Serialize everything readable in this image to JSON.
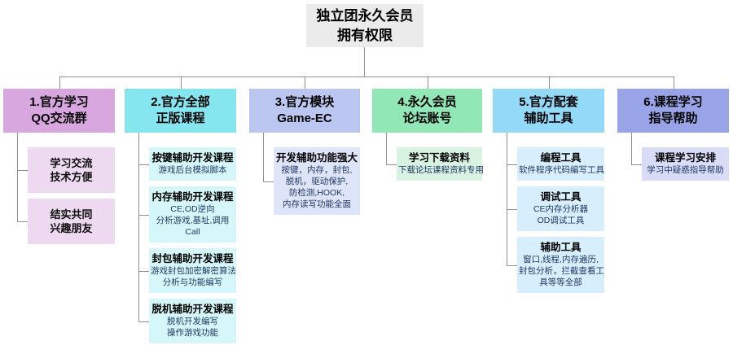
{
  "title": {
    "line1": "独立团永久会员",
    "line2": "拥有权限"
  },
  "colors": {
    "title_bg": "#EBEBEB",
    "connector": "#8f8f8f",
    "body_text": "#1F3864"
  },
  "branches": [
    {
      "header": {
        "line1": "1.官方学习",
        "line2": "QQ交流群"
      },
      "header_bg": "#D9A7DF",
      "child_bg": "#EDDAF0",
      "children": [
        {
          "bold": true,
          "lines": [
            "学习交流",
            "技术方便"
          ]
        },
        {
          "bold": true,
          "lines": [
            "结实共同",
            "兴趣朋友"
          ]
        }
      ]
    },
    {
      "header": {
        "line1": "2.官方全部",
        "line2": "正版课程"
      },
      "header_bg": "#85E6F0",
      "child_bg": "#D6F7F9",
      "children": [
        {
          "heading": "按键辅助开发课程",
          "lines": [
            "游戏后台模拟脚本"
          ]
        },
        {
          "heading": "内存辅助开发课程",
          "lines": [
            "CE,OD逆向",
            "分析游戏,基址,调用",
            "Call"
          ]
        },
        {
          "heading": "封包辅助开发课程",
          "lines": [
            "游戏封包加密解密算法",
            "分析与功能编写"
          ]
        },
        {
          "heading": "脱机辅助开发课程",
          "lines": [
            "脱机开发编写",
            "操作游戏功能"
          ]
        }
      ]
    },
    {
      "header": {
        "line1": "3.官方模块",
        "line2": "Game-EC"
      },
      "header_bg": "#BBC7F0",
      "child_bg": "#DFE5F9",
      "children": [
        {
          "heading": "开发辅助功能强大",
          "lines": [
            "按键，内存，封包,",
            "脱机，驱动保护,",
            "防检测,HOOK,",
            "内存读写功能全面"
          ]
        }
      ]
    },
    {
      "header": {
        "line1": "4.永久会员",
        "line2": "论坛账号"
      },
      "header_bg": "#92E7B7",
      "child_bg": "#D9F3E3",
      "children": [
        {
          "heading": "学习下载资料",
          "lines": [
            "下载论坛课程资料专用"
          ]
        }
      ]
    },
    {
      "header": {
        "line1": "5.官方配套",
        "line2": "辅助工具"
      },
      "header_bg": "#92DAF8",
      "child_bg": "#D7EFFC",
      "children": [
        {
          "heading": "编程工具",
          "lines": [
            "软件程序代码编写工具"
          ]
        },
        {
          "heading": "调试工具",
          "lines": [
            "CE内存分析器",
            "OD调试工具"
          ]
        },
        {
          "heading": "辅助工具",
          "lines": [
            "窗口,线程,内存遍历,",
            "封包分析，拦截查看工",
            "具等等全部"
          ]
        }
      ]
    },
    {
      "header": {
        "line1": "6.课程学习",
        "line2": "指导帮助"
      },
      "header_bg": "#99A3E8",
      "child_bg": "#D8DCF7",
      "children": [
        {
          "heading": "课程学习安排",
          "lines": [
            "学习中疑惑指导帮助"
          ]
        }
      ]
    }
  ]
}
